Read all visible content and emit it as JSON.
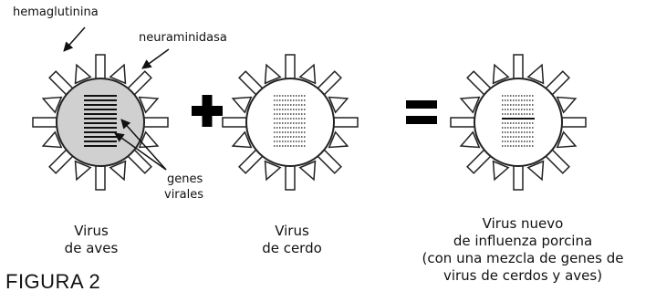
{
  "labels": {
    "hemagglutinin": "hemaglutinina",
    "neuraminidase": "neuraminidasa",
    "viral_genes_1": "genes",
    "viral_genes_2": "virales",
    "figure": "FIGURA 2"
  },
  "operators": {
    "plus": "+",
    "equals": "="
  },
  "viruses": [
    {
      "caption_lines": [
        "Virus",
        "de aves"
      ]
    },
    {
      "caption_lines": [
        "Virus",
        "de cerdo"
      ]
    },
    {
      "caption_lines": [
        "Virus nuevo",
        "de influenza porcina",
        "(con una mezcla de genes de",
        "virus de cerdos y aves)"
      ]
    }
  ],
  "colors": {
    "outline": "#222222",
    "bird_fill": "#d0d0d0",
    "white": "#ffffff"
  }
}
